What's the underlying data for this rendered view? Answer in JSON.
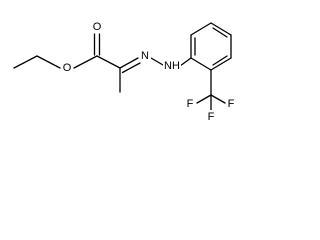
{
  "molecule": {
    "atoms": {
      "ester_oxygen": "O",
      "carbonyl_oxygen": "O",
      "imine_nitrogen": "N",
      "amine_nitrogen": "N",
      "amine_hydrogen": "H",
      "fluorine_top_left": "F",
      "fluorine_top_right": "F",
      "fluorine_bottom": "F"
    }
  }
}
